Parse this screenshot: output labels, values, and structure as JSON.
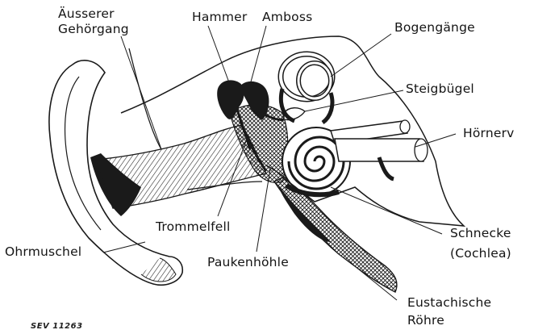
{
  "figure_code": "SEV 11263",
  "labels": {
    "ausserer_gehoergang": [
      "Äusserer",
      "Gehörgang"
    ],
    "hammer": "Hammer",
    "amboss": "Amboss",
    "bogengaenge": "Bogengänge",
    "steigbuegel": "Steigbügel",
    "hoernerv": "Hörnerv",
    "trommelfell": "Trommelfell",
    "ohrmuschel": "Ohrmuschel",
    "paukenhoehle": "Paukenhöhle",
    "schnecke": [
      "Schnecke",
      "(Cochlea)"
    ],
    "eustachische_roehre": [
      "Eustachische",
      "Röhre"
    ]
  }
}
